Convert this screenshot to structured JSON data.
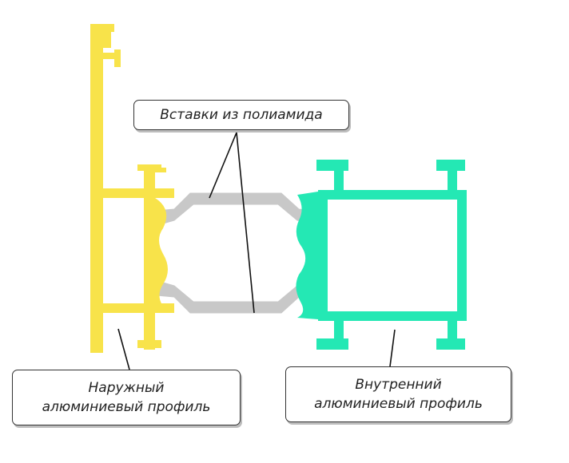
{
  "labels": {
    "polyamide_inserts": "Вставки из полиамида",
    "outer_profile_line1": "Наружный",
    "outer_profile_line2": "алюминиевый профиль",
    "inner_profile_line1": "Внутренний",
    "inner_profile_line2": "алюминиевый профиль"
  },
  "colors": {
    "outer_profile": "#f8e34a",
    "inner_profile": "#24e8b4",
    "polyamide": "#c8c8c8",
    "leader_line": "#111111"
  }
}
